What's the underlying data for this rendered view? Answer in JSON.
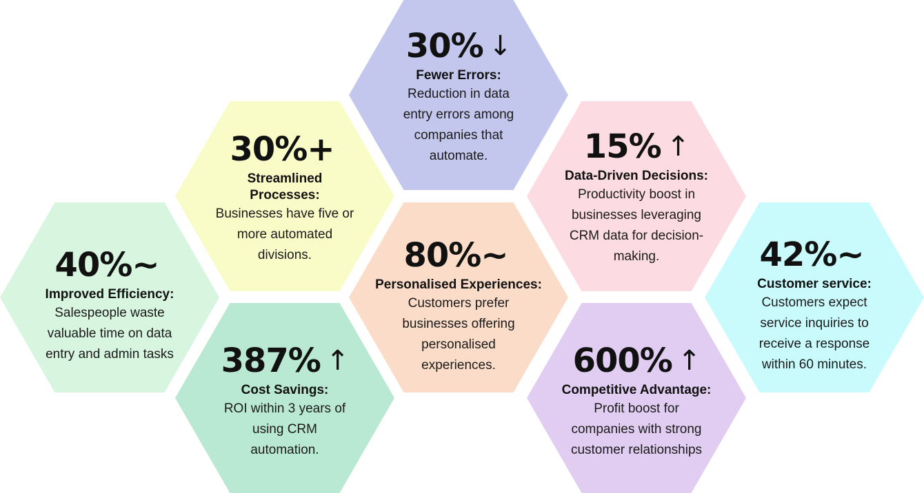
{
  "hexagons": [
    {
      "id": "efficiency",
      "stat": "40%~",
      "arrow": "",
      "heading": "Improved Efficiency:",
      "description": "Salespeople waste valuable time on data entry and admin tasks",
      "color": "#d7f5df"
    },
    {
      "id": "streamlined",
      "stat": "30%+",
      "arrow": "",
      "heading": "Streamlined Processes:",
      "description": "Businesses have five or more automated divisions.",
      "color": "#fafcc8"
    },
    {
      "id": "cost",
      "stat": "387%",
      "arrow": "↑",
      "heading": "Cost Savings:",
      "description": "ROI within 3 years of using CRM automation.",
      "color": "#b9e8d3"
    },
    {
      "id": "errors",
      "stat": "30%",
      "arrow": "↓",
      "heading": "Fewer Errors:",
      "description": "Reduction in data entry errors among companies that automate.",
      "color": "#c3c7ee"
    },
    {
      "id": "personalised",
      "stat": "80%~",
      "arrow": "",
      "heading": "Personalised Experiences:",
      "description": "Customers prefer businesses offering personalised experiences.",
      "color": "#fbdcc8"
    },
    {
      "id": "data-driven",
      "stat": "15%",
      "arrow": "↑",
      "heading": "Data-Driven Decisions:",
      "description": "Productivity boost in businesses leveraging CRM data for decision-making.",
      "color": "#fcdbe3"
    },
    {
      "id": "competitive",
      "stat": "600%",
      "arrow": "↑",
      "heading": "Competitive Advantage:",
      "description": "Profit boost for companies with strong customer relationships",
      "color": "#e1cdf2"
    },
    {
      "id": "customer-service",
      "stat": "42%~",
      "arrow": "",
      "heading": "Customer service:",
      "description": "Customers expect service inquiries to receive a response within 60 minutes.",
      "color": "#c9fbfd"
    }
  ]
}
